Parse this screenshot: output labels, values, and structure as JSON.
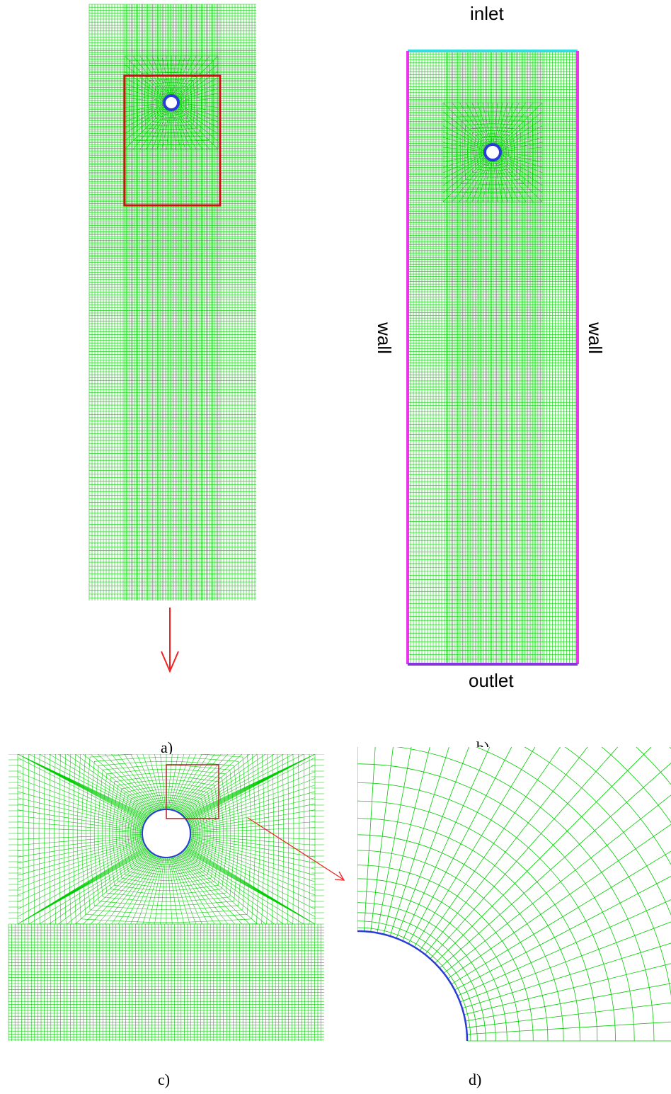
{
  "captions": {
    "a": "a)",
    "b": "b)",
    "c": "c)",
    "d": "d)"
  },
  "boundary_labels": {
    "inlet": "inlet",
    "outlet": "outlet",
    "wall_left": "wall",
    "wall_right": "wall"
  },
  "colors": {
    "mesh": "#00cc00",
    "cylinder": "#2a3cd8",
    "highlight_box": "#cc1111",
    "zoom_box": "#aa2222",
    "inlet": "#33dddd",
    "wall": "#ee33ee",
    "outlet": "#8833dd",
    "arrow": "#ee2222"
  }
}
